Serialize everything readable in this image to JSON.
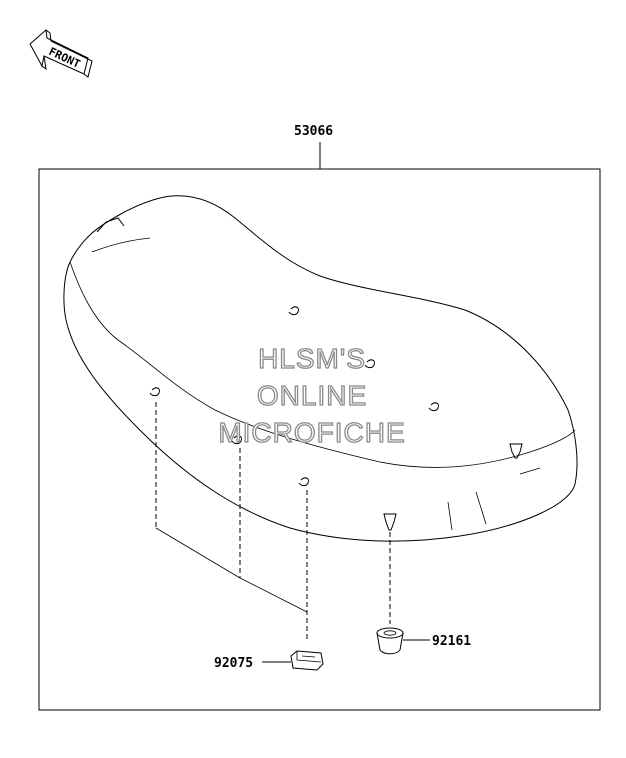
{
  "front_arrow": {
    "label": "FRONT"
  },
  "parts": {
    "assembly": "53066",
    "clip": "92075",
    "damper": "92161"
  },
  "watermark": {
    "line1": "HLSM'S",
    "line2": "ONLINE",
    "line3": "MICROFICHE"
  }
}
